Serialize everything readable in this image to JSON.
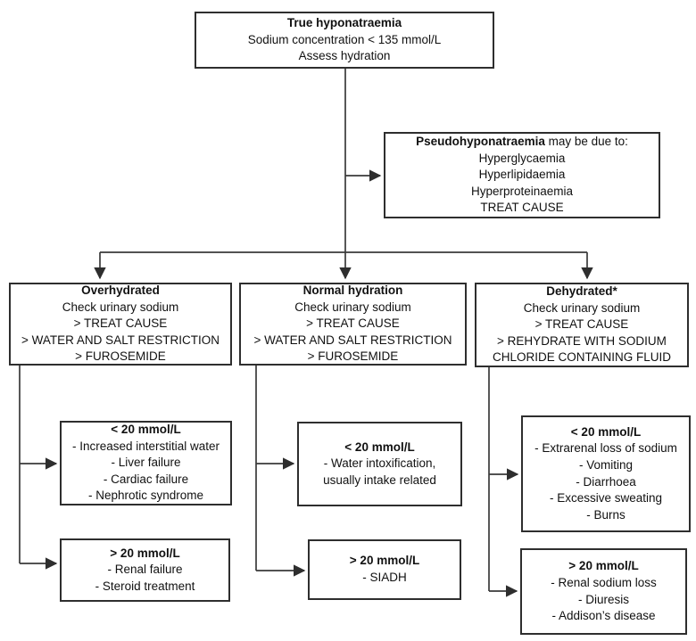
{
  "colors": {
    "background": "#ffffff",
    "box_border": "#2e2e2e",
    "text": "#111111",
    "connector": "#3a3a3a"
  },
  "boxes": {
    "true_hyponatraemia": {
      "title": "True hyponatraemia",
      "lines": [
        "Sodium concentration < 135 mmol/L",
        "Assess hydration"
      ]
    },
    "pseudohyponatraemia": {
      "title": "Pseudohyponatraemia",
      "title_rest": " may be due to:",
      "lines": [
        "Hyperglycaemia",
        "Hyperlipidaemia",
        "Hyperproteinaemia",
        "TREAT CAUSE"
      ]
    },
    "overhydrated": {
      "title": "Overhydrated",
      "lines": [
        "Check urinary sodium",
        "> TREAT CAUSE",
        "> WATER AND SALT RESTRICTION",
        "> FUROSEMIDE"
      ]
    },
    "normal_hydration": {
      "title": "Normal hydration",
      "lines": [
        "Check urinary sodium",
        "> TREAT CAUSE",
        "> WATER AND SALT RESTRICTION",
        "> FUROSEMIDE"
      ]
    },
    "dehydrated": {
      "title": "Dehydrated*",
      "lines": [
        "Check urinary sodium",
        "> TREAT CAUSE",
        "> REHYDRATE WITH SODIUM",
        "CHLORIDE CONTAINING FLUID"
      ]
    },
    "overhydrated_under20": {
      "title": "< 20 mmol/L",
      "lines": [
        "- Increased interstitial water",
        "- Liver failure",
        "- Cardiac failure",
        "- Nephrotic syndrome"
      ]
    },
    "overhydrated_over20": {
      "title": "> 20 mmol/L",
      "lines": [
        "- Renal failure",
        "- Steroid treatment"
      ]
    },
    "normal_under20": {
      "title": "< 20 mmol/L",
      "lines": [
        "- Water intoxification,",
        "usually intake related"
      ]
    },
    "normal_over20": {
      "title": "> 20 mmol/L",
      "lines": [
        "- SIADH"
      ]
    },
    "dehydrated_under20": {
      "title": "< 20 mmol/L",
      "lines": [
        "- Extrarenal loss of sodium",
        "- Vomiting",
        "- Diarrhoea",
        "- Excessive sweating",
        "- Burns"
      ]
    },
    "dehydrated_over20": {
      "title": "> 20 mmol/L",
      "lines": [
        "- Renal sodium loss",
        "- Diuresis",
        "- Addison’s disease"
      ]
    }
  }
}
